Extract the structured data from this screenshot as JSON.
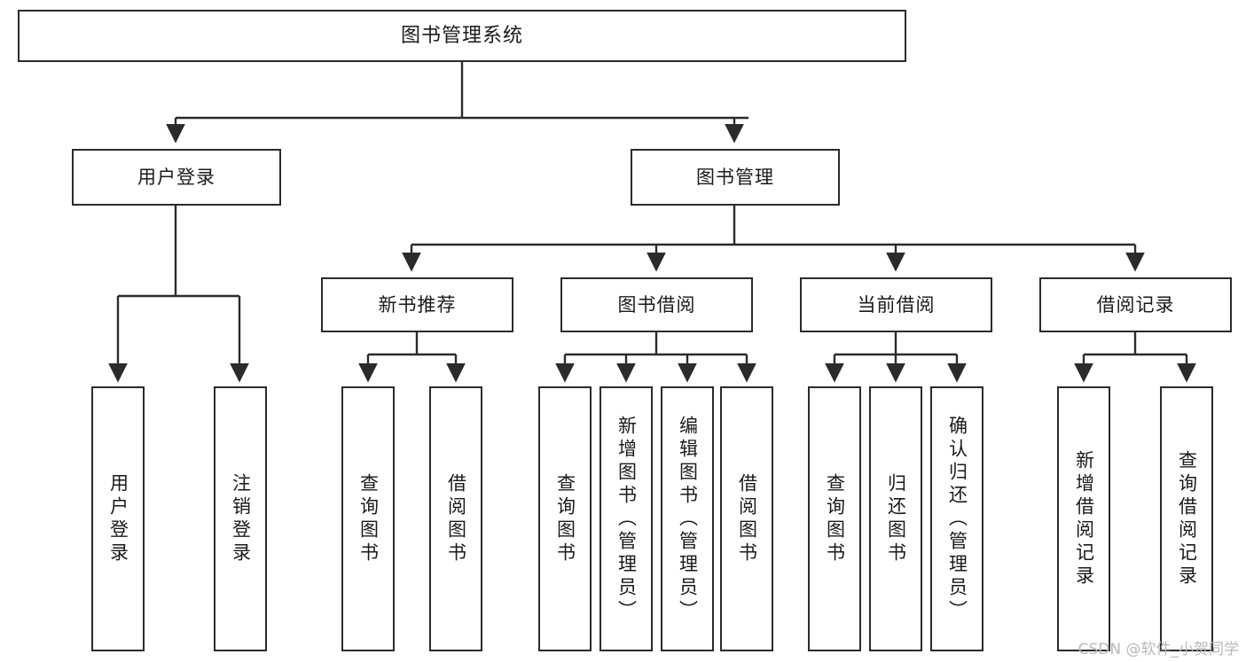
{
  "diagram": {
    "type": "tree",
    "title": "图书管理系统",
    "root": {
      "id": "root",
      "label": "图书管理系统"
    },
    "level2": [
      {
        "id": "user-login",
        "label": "用户登录"
      },
      {
        "id": "book-manage",
        "label": "图书管理"
      }
    ],
    "level3": [
      {
        "id": "new-book-recommend",
        "label": "新书推荐",
        "parent": "book-manage"
      },
      {
        "id": "book-borrow",
        "label": "图书借阅",
        "parent": "book-manage"
      },
      {
        "id": "current-borrow",
        "label": "当前借阅",
        "parent": "book-manage"
      },
      {
        "id": "borrow-record",
        "label": "借阅记录",
        "parent": "book-manage"
      }
    ],
    "leaves": [
      {
        "id": "leaf-user-login",
        "label": "用户登录",
        "parent": "user-login"
      },
      {
        "id": "leaf-user-logout",
        "label": "注销登录",
        "parent": "user-login"
      },
      {
        "id": "leaf-rec-query-book",
        "label": "查询图书",
        "parent": "new-book-recommend"
      },
      {
        "id": "leaf-rec-borrow-book",
        "label": "借阅图书",
        "parent": "new-book-recommend"
      },
      {
        "id": "leaf-bor-query-book",
        "label": "查询图书",
        "parent": "book-borrow"
      },
      {
        "id": "leaf-bor-add-book",
        "label": "新增图书（管理员）",
        "parent": "book-borrow"
      },
      {
        "id": "leaf-bor-edit-book",
        "label": "编辑图书（管理员）",
        "parent": "book-borrow"
      },
      {
        "id": "leaf-bor-borrow-book",
        "label": "借阅图书",
        "parent": "book-borrow"
      },
      {
        "id": "leaf-cur-query-book",
        "label": "查询图书",
        "parent": "current-borrow"
      },
      {
        "id": "leaf-cur-return-book",
        "label": "归还图书",
        "parent": "current-borrow"
      },
      {
        "id": "leaf-cur-confirm",
        "label": "确认归还（管理员）",
        "parent": "current-borrow"
      },
      {
        "id": "leaf-rec-add-record",
        "label": "新增借阅记录",
        "parent": "borrow-record"
      },
      {
        "id": "leaf-rec-query-record",
        "label": "查询借阅记录",
        "parent": "borrow-record"
      }
    ],
    "colors": {
      "stroke": "#2b2b2b",
      "fill": "#ffffff",
      "text": "#1a1a1a",
      "watermark": "#b9b9b9"
    }
  },
  "watermark": {
    "text": "CSDN @软件_小贺同学"
  }
}
